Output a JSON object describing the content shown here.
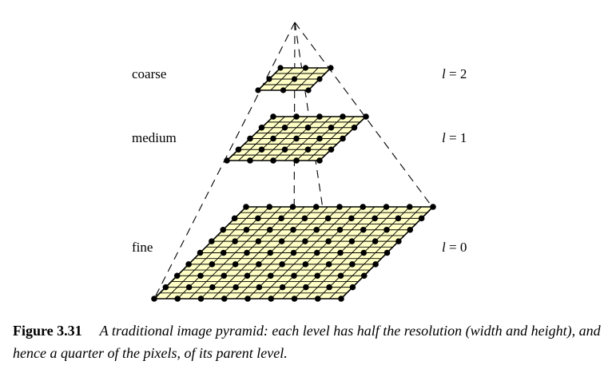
{
  "levels": [
    {
      "name": "coarse",
      "l": "2",
      "grid": 4
    },
    {
      "name": "medium",
      "l": "1",
      "grid": 8
    },
    {
      "name": "fine",
      "l": "0",
      "grid": 16
    }
  ],
  "level_prefix": "l",
  "level_eq": " = ",
  "caption": {
    "figure": "Figure 3.31",
    "text": "A traditional image pyramid: each level has half the resolution (width and height), and hence a quarter of the pixels, of its parent level."
  },
  "colors": {
    "fill": "#ffffc6",
    "line": "#000000"
  }
}
